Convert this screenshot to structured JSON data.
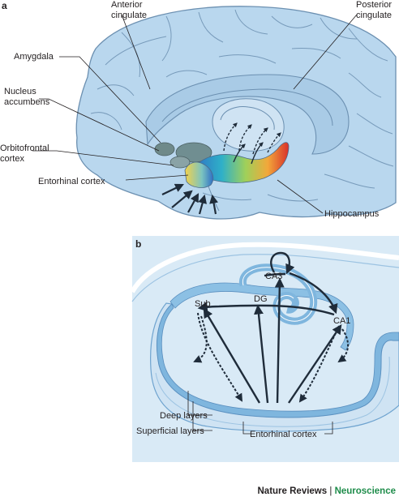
{
  "panel_a": {
    "letter": "a",
    "labels": {
      "anterior_cingulate": [
        "Anterior",
        "cingulate"
      ],
      "posterior_cingulate": [
        "Posterior",
        "cingulate"
      ],
      "amygdala": "Amygdala",
      "nucleus_accumbens": [
        "Nucleus",
        "accumbens"
      ],
      "orbitofrontal_cortex": [
        "Orbitofrontal",
        "cortex"
      ],
      "entorhinal_cortex": "Entorhinal cortex",
      "hippocampus": "Hippocampus"
    }
  },
  "panel_b": {
    "letter": "b",
    "labels": {
      "ca3": "CA3",
      "dg": "DG",
      "sub": "Sub",
      "ca1": "CA1",
      "deep_layers": "Deep layers",
      "superficial_layers": "Superficial layers",
      "entorhinal_cortex": "Entorhinal cortex"
    }
  },
  "credit": {
    "journal": "Nature Reviews",
    "separator": "|",
    "section": "Neuroscience"
  },
  "colors": {
    "brain_fill": "#b9d7ee",
    "brain_outline": "#6c90b1",
    "panel_b_bg": "#d9eaf6",
    "layer_dark": "#7fb6de",
    "arrow": "#1f2c3a",
    "green": "#1e8c4a"
  }
}
